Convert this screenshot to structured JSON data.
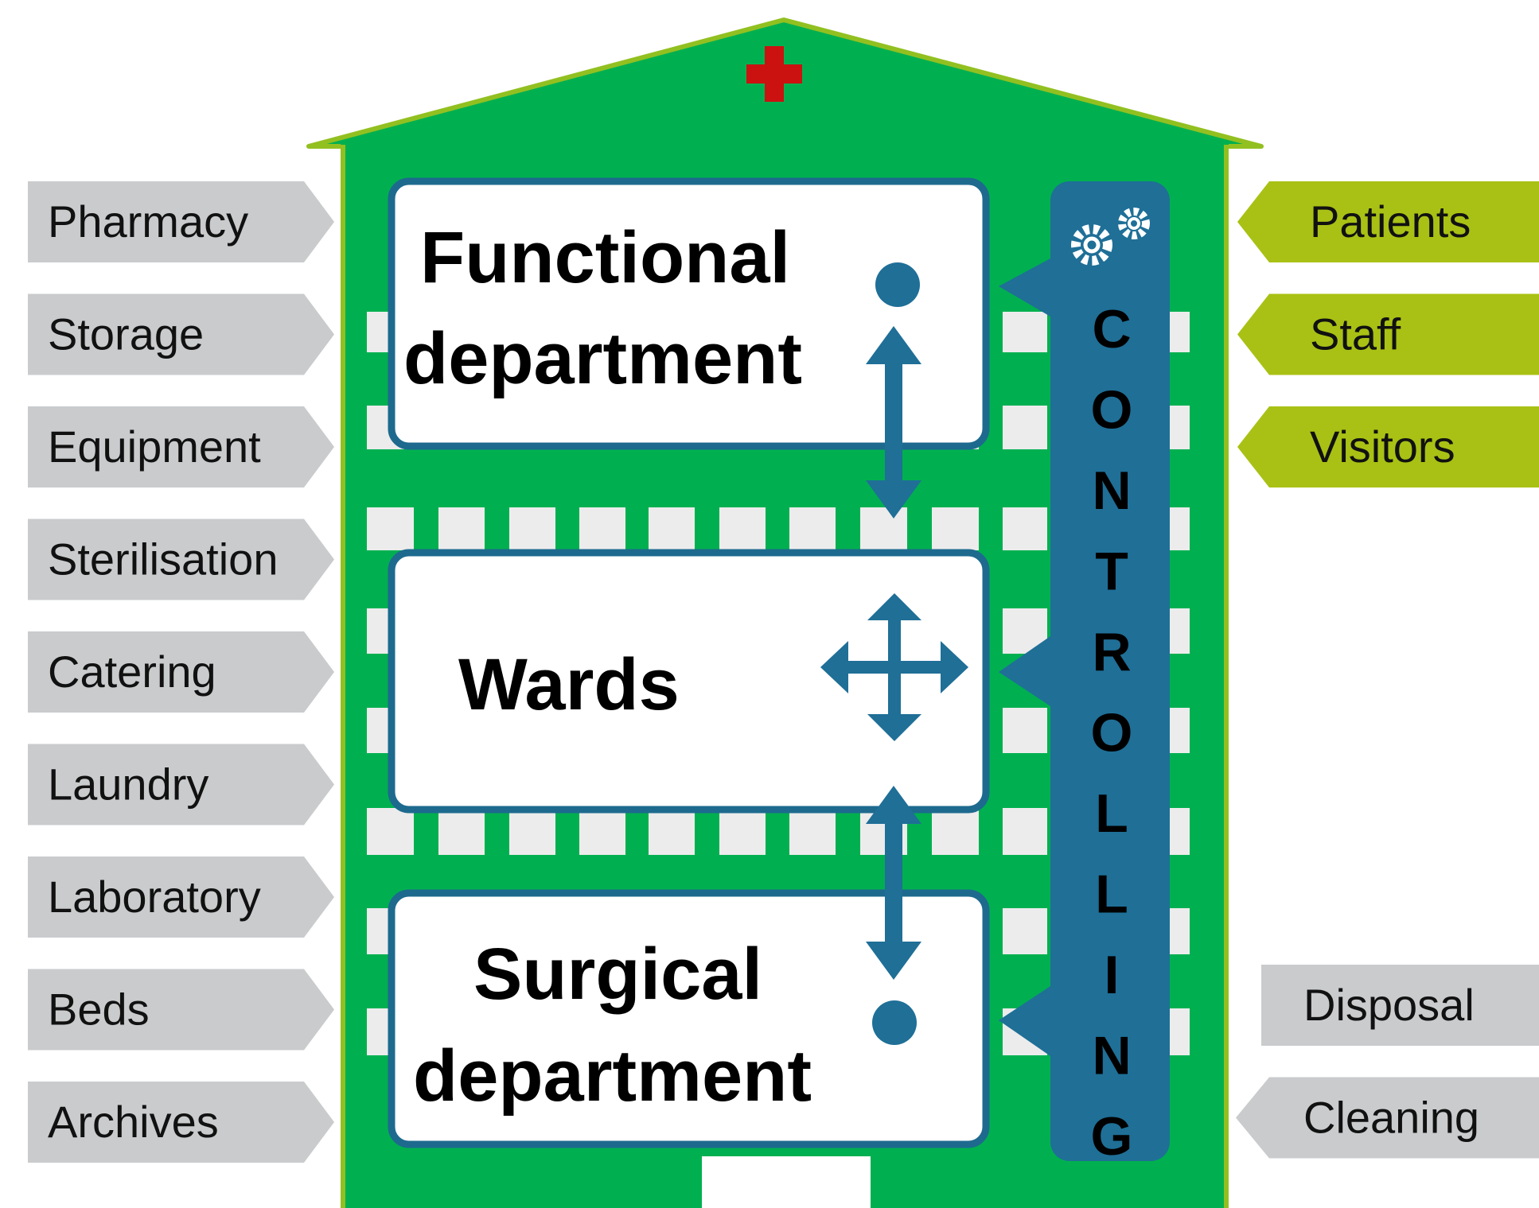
{
  "colors": {
    "building_green": "#00b050",
    "roof_edge": "#92c020",
    "window_white": "#ececec",
    "box_border": "#1d6a8e",
    "arrow_blue": "#1f6f97",
    "control_blue": "#1f6f97",
    "supply_gray": "#c9cbcd",
    "visitor_lime": "#a9c114",
    "red_cross": "#cc1111"
  },
  "icons": {
    "cross": "red-cross-icon",
    "gears": "gears-icon",
    "move": "four-way-arrow-icon"
  },
  "departments": {
    "functional": {
      "line1": "Functional",
      "line2": "department"
    },
    "wards": {
      "label": "Wards"
    },
    "surgical": {
      "line1": "Surgical",
      "line2": "department"
    }
  },
  "controlling": {
    "letters": [
      "C",
      "O",
      "N",
      "T",
      "R",
      "O",
      "L",
      "L",
      "I",
      "N",
      "G"
    ]
  },
  "supplies_left": [
    "Pharmacy",
    "Storage",
    "Equipment",
    "Sterilisation",
    "Catering",
    "Laundry",
    "Laboratory",
    "Beds",
    "Archives"
  ],
  "inflows_right": [
    "Patients",
    "Staff",
    "Visitors"
  ],
  "outflows_right": [
    "Disposal",
    "Cleaning"
  ]
}
